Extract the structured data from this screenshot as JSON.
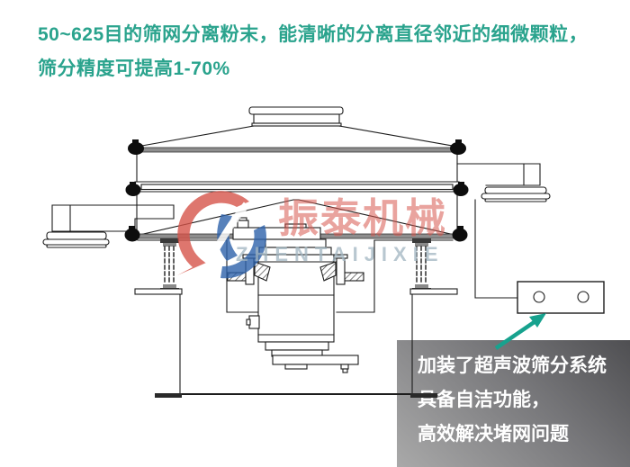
{
  "headline": {
    "line1": "50~625目的筛网分离粉末，能清晰的分离直径邻近的细微颗粒，",
    "line2": "筛分精度可提高1-70%"
  },
  "watermark": {
    "brand_cn": "振泰机械",
    "brand_en": "ZHENTAIJIXIE"
  },
  "callout": {
    "lines": [
      "加装了超声波筛分系统",
      "具备自洁功能，",
      "高效解决堵网问题"
    ]
  },
  "colors": {
    "headline_teal": "#2aa38d",
    "arrow_teal": "#17a28e",
    "logo_red": "#d6554b",
    "logo_blue": "#2e62ab",
    "callout_gradient_dark": "#545456",
    "callout_gradient_light": "#a8a8a8",
    "callout_text": "#ffffff",
    "drawing_line": "#1c1c1c",
    "rim_gray": "#8e8e8e"
  }
}
